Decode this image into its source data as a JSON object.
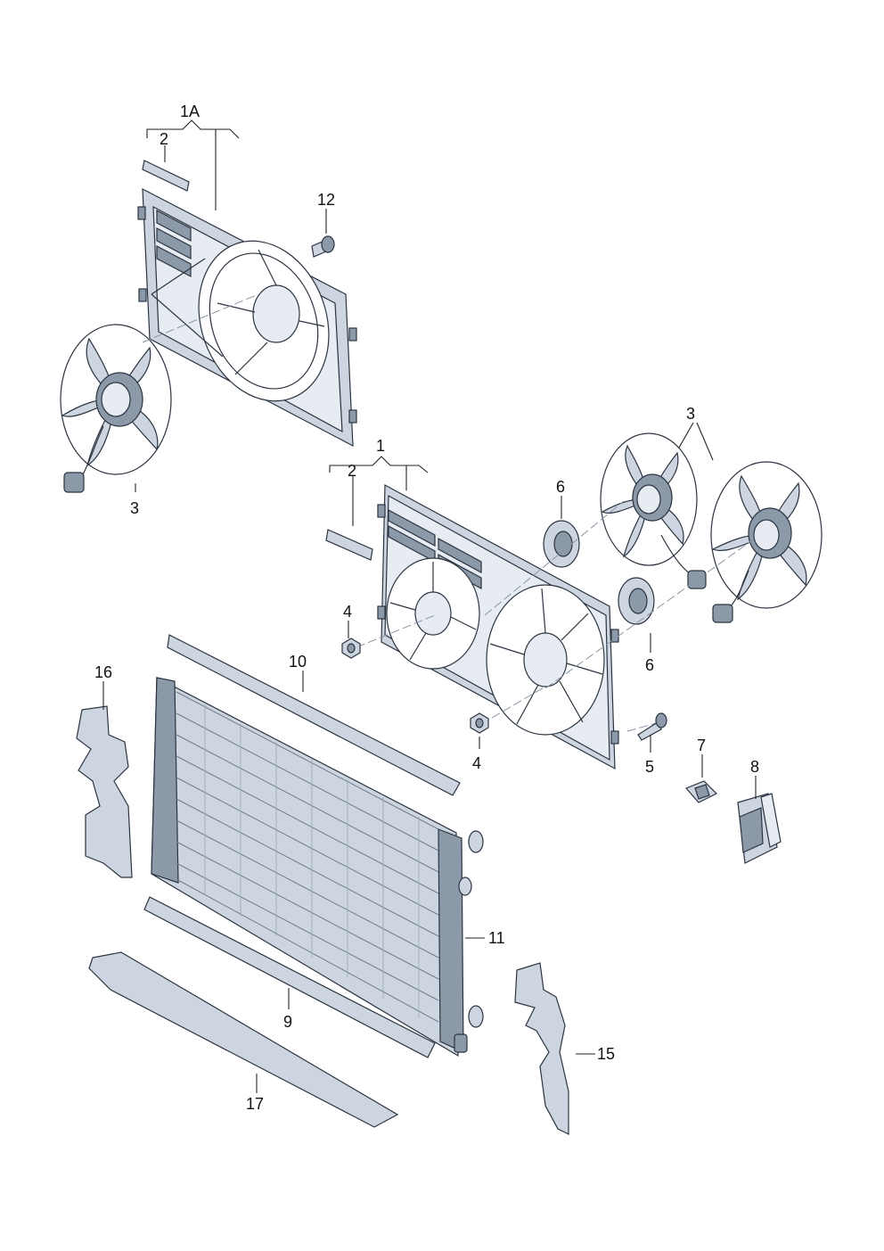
{
  "labels": {
    "l1A": "1A",
    "l2a": "2",
    "l12": "12",
    "l3a": "3",
    "l1": "1",
    "l2b": "2",
    "l3b": "3",
    "l6a": "6",
    "l6b": "6",
    "l4a": "4",
    "l4b": "4",
    "l5": "5",
    "l7": "7",
    "l8": "8",
    "l10": "10",
    "l16": "16",
    "l11": "11",
    "l9": "9",
    "l15": "15",
    "l17": "17"
  },
  "colors": {
    "part_fill": "#cdd6e0",
    "part_dark": "#8c99a8",
    "outline": "#2b3440"
  }
}
